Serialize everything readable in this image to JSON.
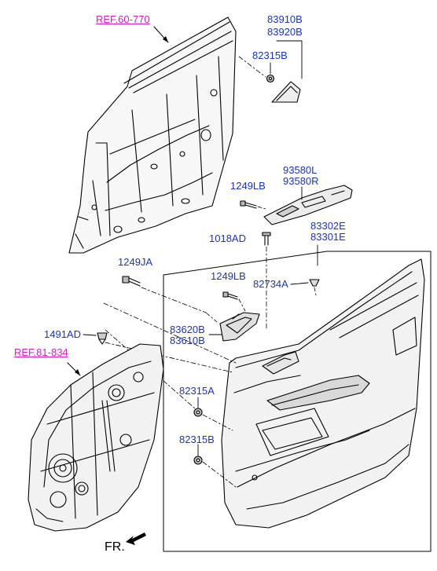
{
  "references": {
    "door_frame": "REF.60-770",
    "module_panel": "REF.81-834"
  },
  "parts": {
    "delta_cover_lh": "83910B",
    "delta_cover_rh": "83920B",
    "delta_cover_nut": "82315B",
    "switch_assy_lh": "93580L",
    "switch_assy_rh": "93580R",
    "switch_bolt": "1249LB",
    "pad_bolt": "1018AD",
    "trim_panel_lh": "83302E",
    "trim_panel_rh": "83301E",
    "trim_bolt": "1249JA",
    "handle_bolt": "1249LB",
    "clip": "82734A",
    "handle_lh": "83620B",
    "handle_rh": "83610B",
    "module_clip": "1491AD",
    "nut_a": "82315A",
    "nut_b": "82315B"
  },
  "direction": {
    "label": "FR."
  },
  "colors": {
    "part_label": "#1a35b8",
    "reference_label": "#d11fc4",
    "line_art": "#000000"
  },
  "icons": [
    "front-arrow-icon"
  ]
}
